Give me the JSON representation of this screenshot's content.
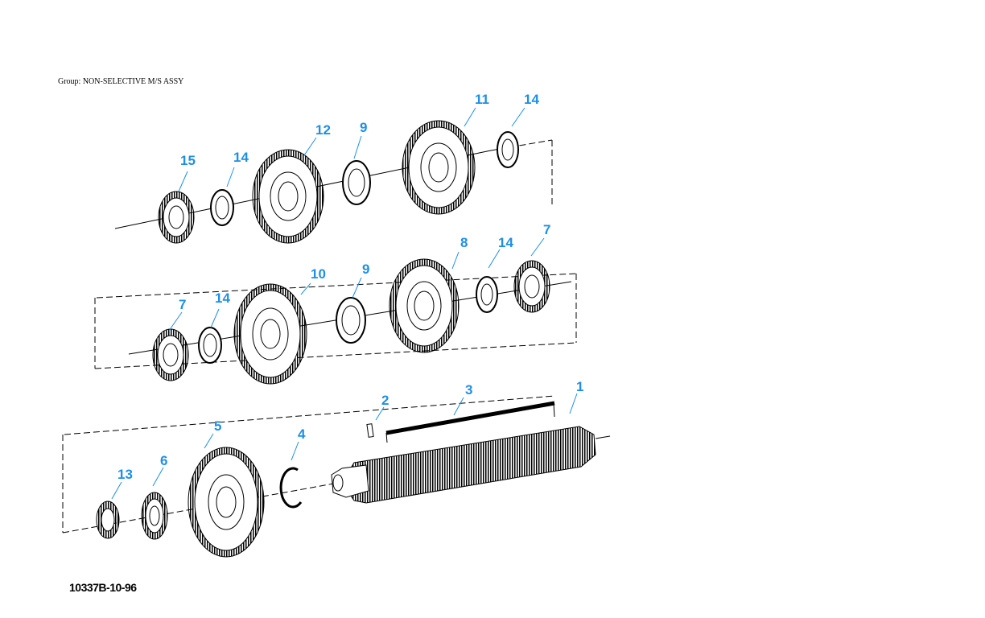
{
  "header": {
    "group_title": "Group: NON-SELECTIVE M/S ASSY"
  },
  "figure_id": "10337B-10-96",
  "colors": {
    "callout": "#1e8fe6",
    "line": "#000000"
  },
  "callouts": {
    "c1": "1",
    "c2": "2",
    "c3": "3",
    "c4": "4",
    "c5": "5",
    "c6": "6",
    "c7a": "7",
    "c7b": "7",
    "c8": "8",
    "c9a": "9",
    "c9b": "9",
    "c10": "10",
    "c11": "11",
    "c12": "12",
    "c13": "13",
    "c14a": "14",
    "c14b": "14",
    "c14c": "14",
    "c14d": "14",
    "c15": "15"
  }
}
